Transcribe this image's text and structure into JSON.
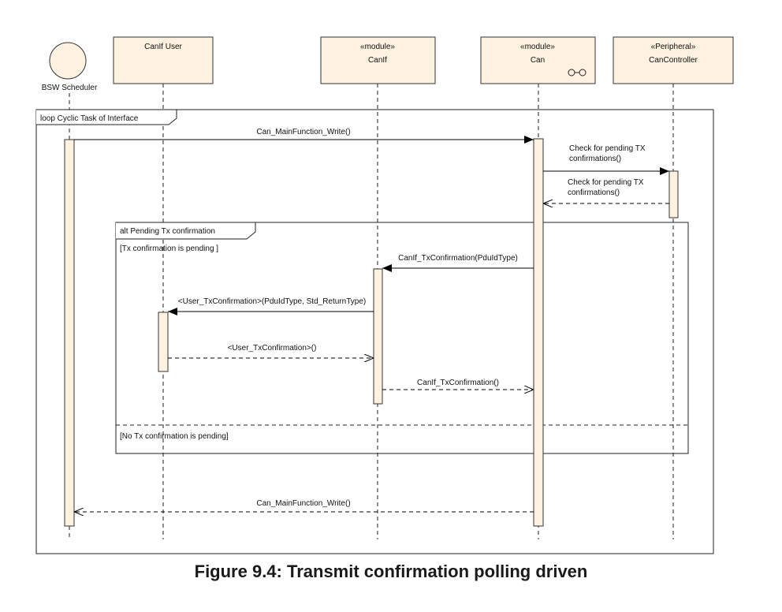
{
  "participants": [
    {
      "id": "bsw",
      "name": "BSW Scheduler",
      "kind": "actor"
    },
    {
      "id": "user",
      "name": "CanIf User",
      "stereotype": ""
    },
    {
      "id": "canif",
      "name": "CanIf",
      "stereotype": "«module»"
    },
    {
      "id": "can",
      "name": "Can",
      "stereotype": "«module»"
    },
    {
      "id": "ctrl",
      "name": "CanController",
      "stereotype": "«Peripheral»"
    }
  ],
  "fragments": {
    "loop_label": "loop Cyclic Task of Interface",
    "alt_label": "alt Pending Tx confirmation",
    "guard_1": "[Tx confirmation is pending ]",
    "guard_2": "[No Tx confirmation is pending]"
  },
  "messages": [
    {
      "text": "Can_MainFunction_Write()",
      "from": "bsw",
      "to": "can",
      "style": "sync"
    },
    {
      "lines": [
        "Check for pending TX",
        "confirmations()"
      ],
      "from": "can",
      "to": "ctrl",
      "style": "sync"
    },
    {
      "lines": [
        "Check for pending TX",
        "confirmations()"
      ],
      "from": "ctrl",
      "to": "can",
      "style": "return"
    },
    {
      "text": "CanIf_TxConfirmation(PduIdType)",
      "from": "can",
      "to": "canif",
      "style": "sync"
    },
    {
      "text": "<User_TxConfirmation>(PduIdType, Std_ReturnType)",
      "from": "canif",
      "to": "user",
      "style": "sync"
    },
    {
      "text": "<User_TxConfirmation>()",
      "from": "user",
      "to": "canif",
      "style": "return"
    },
    {
      "text": "CanIf_TxConfirmation()",
      "from": "canif",
      "to": "can",
      "style": "return"
    },
    {
      "text": "Can_MainFunction_Write()",
      "from": "can",
      "to": "bsw",
      "style": "return"
    }
  ],
  "caption": "Figure 9.4: Transmit confirmation polling driven"
}
